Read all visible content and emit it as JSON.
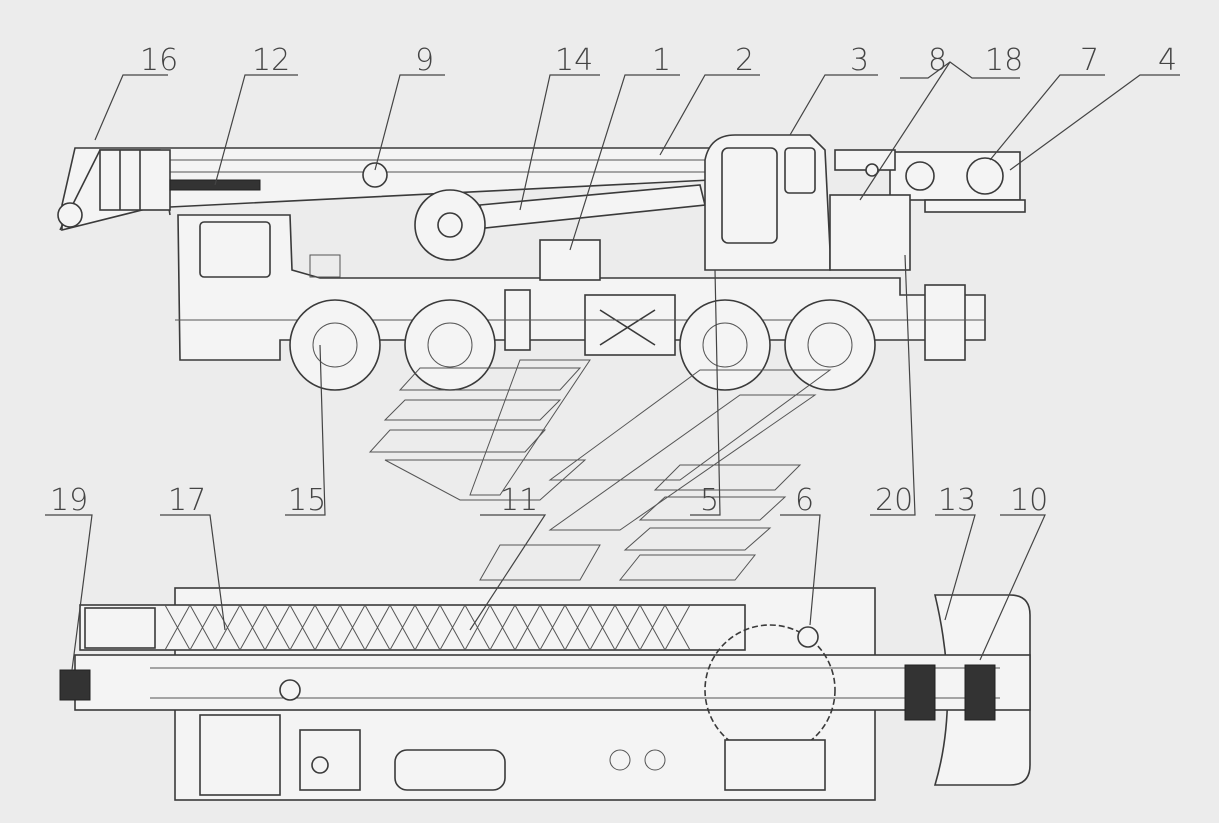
{
  "side_view_labels": [
    "16",
    "12",
    "9",
    "14",
    "1",
    "2",
    "3",
    "8",
    "18",
    "7",
    "4"
  ],
  "plan_view_labels": [
    "19",
    "17",
    "15",
    "11",
    "5",
    "6",
    "20",
    "13",
    "10"
  ],
  "colors": {
    "background": "#ececec",
    "line": "#3a3a3a"
  }
}
